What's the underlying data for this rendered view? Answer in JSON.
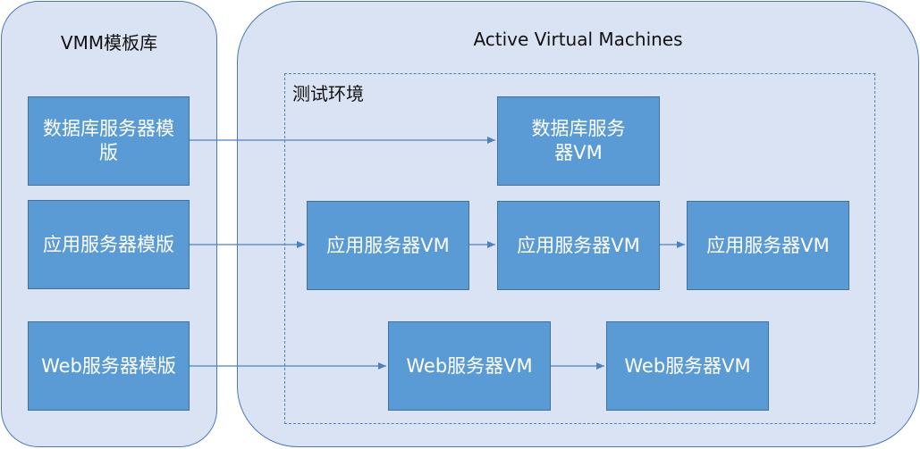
{
  "library": {
    "title": "VMM模板库"
  },
  "active": {
    "title": "Active Virtual Machines",
    "env_label": "测试环境"
  },
  "templates": [
    {
      "label": "数据库服务器模版"
    },
    {
      "label": "应用服务器模版"
    },
    {
      "label": "Web服务器模版"
    }
  ],
  "vms": {
    "db": "数据库服务器VM",
    "app": [
      "应用服务器VM",
      "应用服务器VM",
      "应用服务器VM"
    ],
    "web": [
      "Web服务器VM",
      "Web服务器VM"
    ]
  },
  "colors": {
    "panel_fill": "#dae3f3",
    "panel_border": "#4a78b8",
    "node_fill": "#5b9bd5",
    "node_border": "#41719c",
    "arrow": "#4f81bd"
  }
}
